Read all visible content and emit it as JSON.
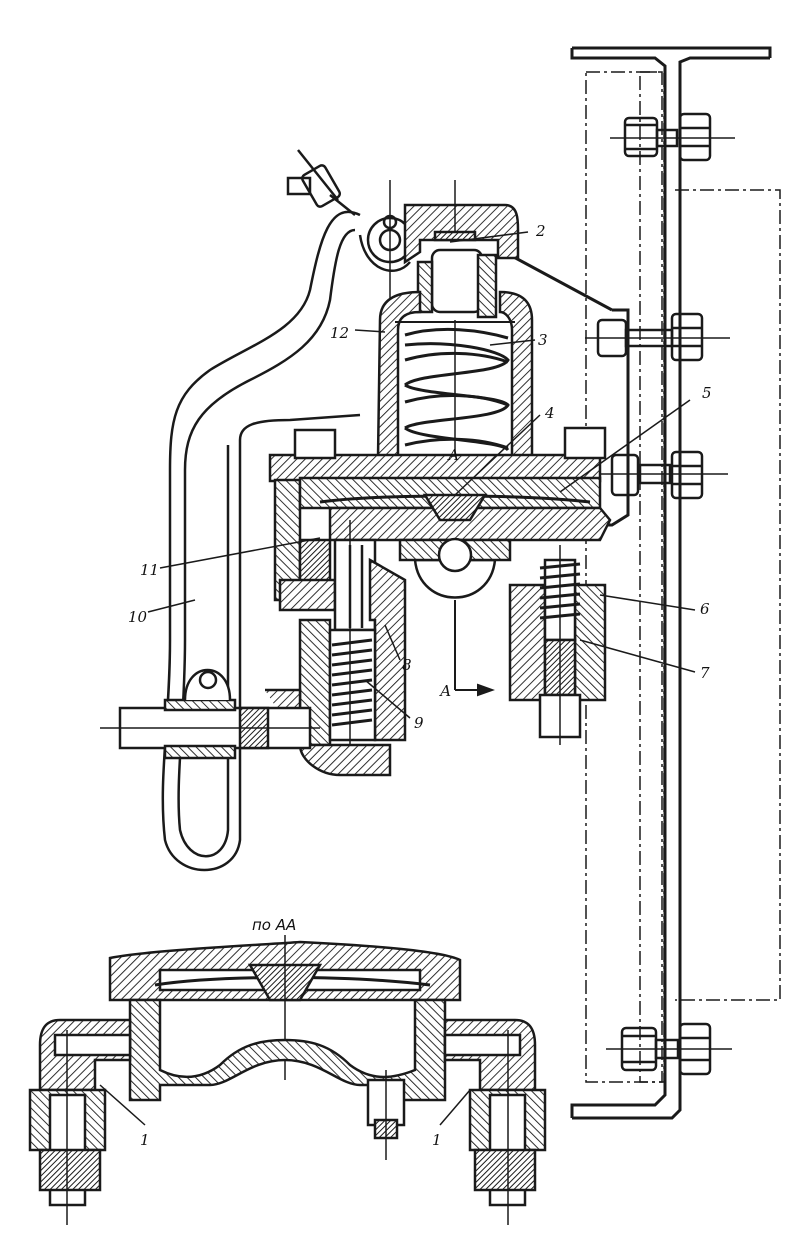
{
  "diagram": {
    "section_title": "по АА",
    "section_marks": [
      "А",
      "А"
    ],
    "labels": {
      "n1a": "1",
      "n1b": "1",
      "n2": "2",
      "n3": "3",
      "n4": "4",
      "n5": "5",
      "n6": "6",
      "n7": "7",
      "n8": "8",
      "n9": "9",
      "n10": "10",
      "n11": "11",
      "n12": "12"
    },
    "colors": {
      "ink": "#1a1a1a",
      "paper": "#ffffff"
    }
  }
}
